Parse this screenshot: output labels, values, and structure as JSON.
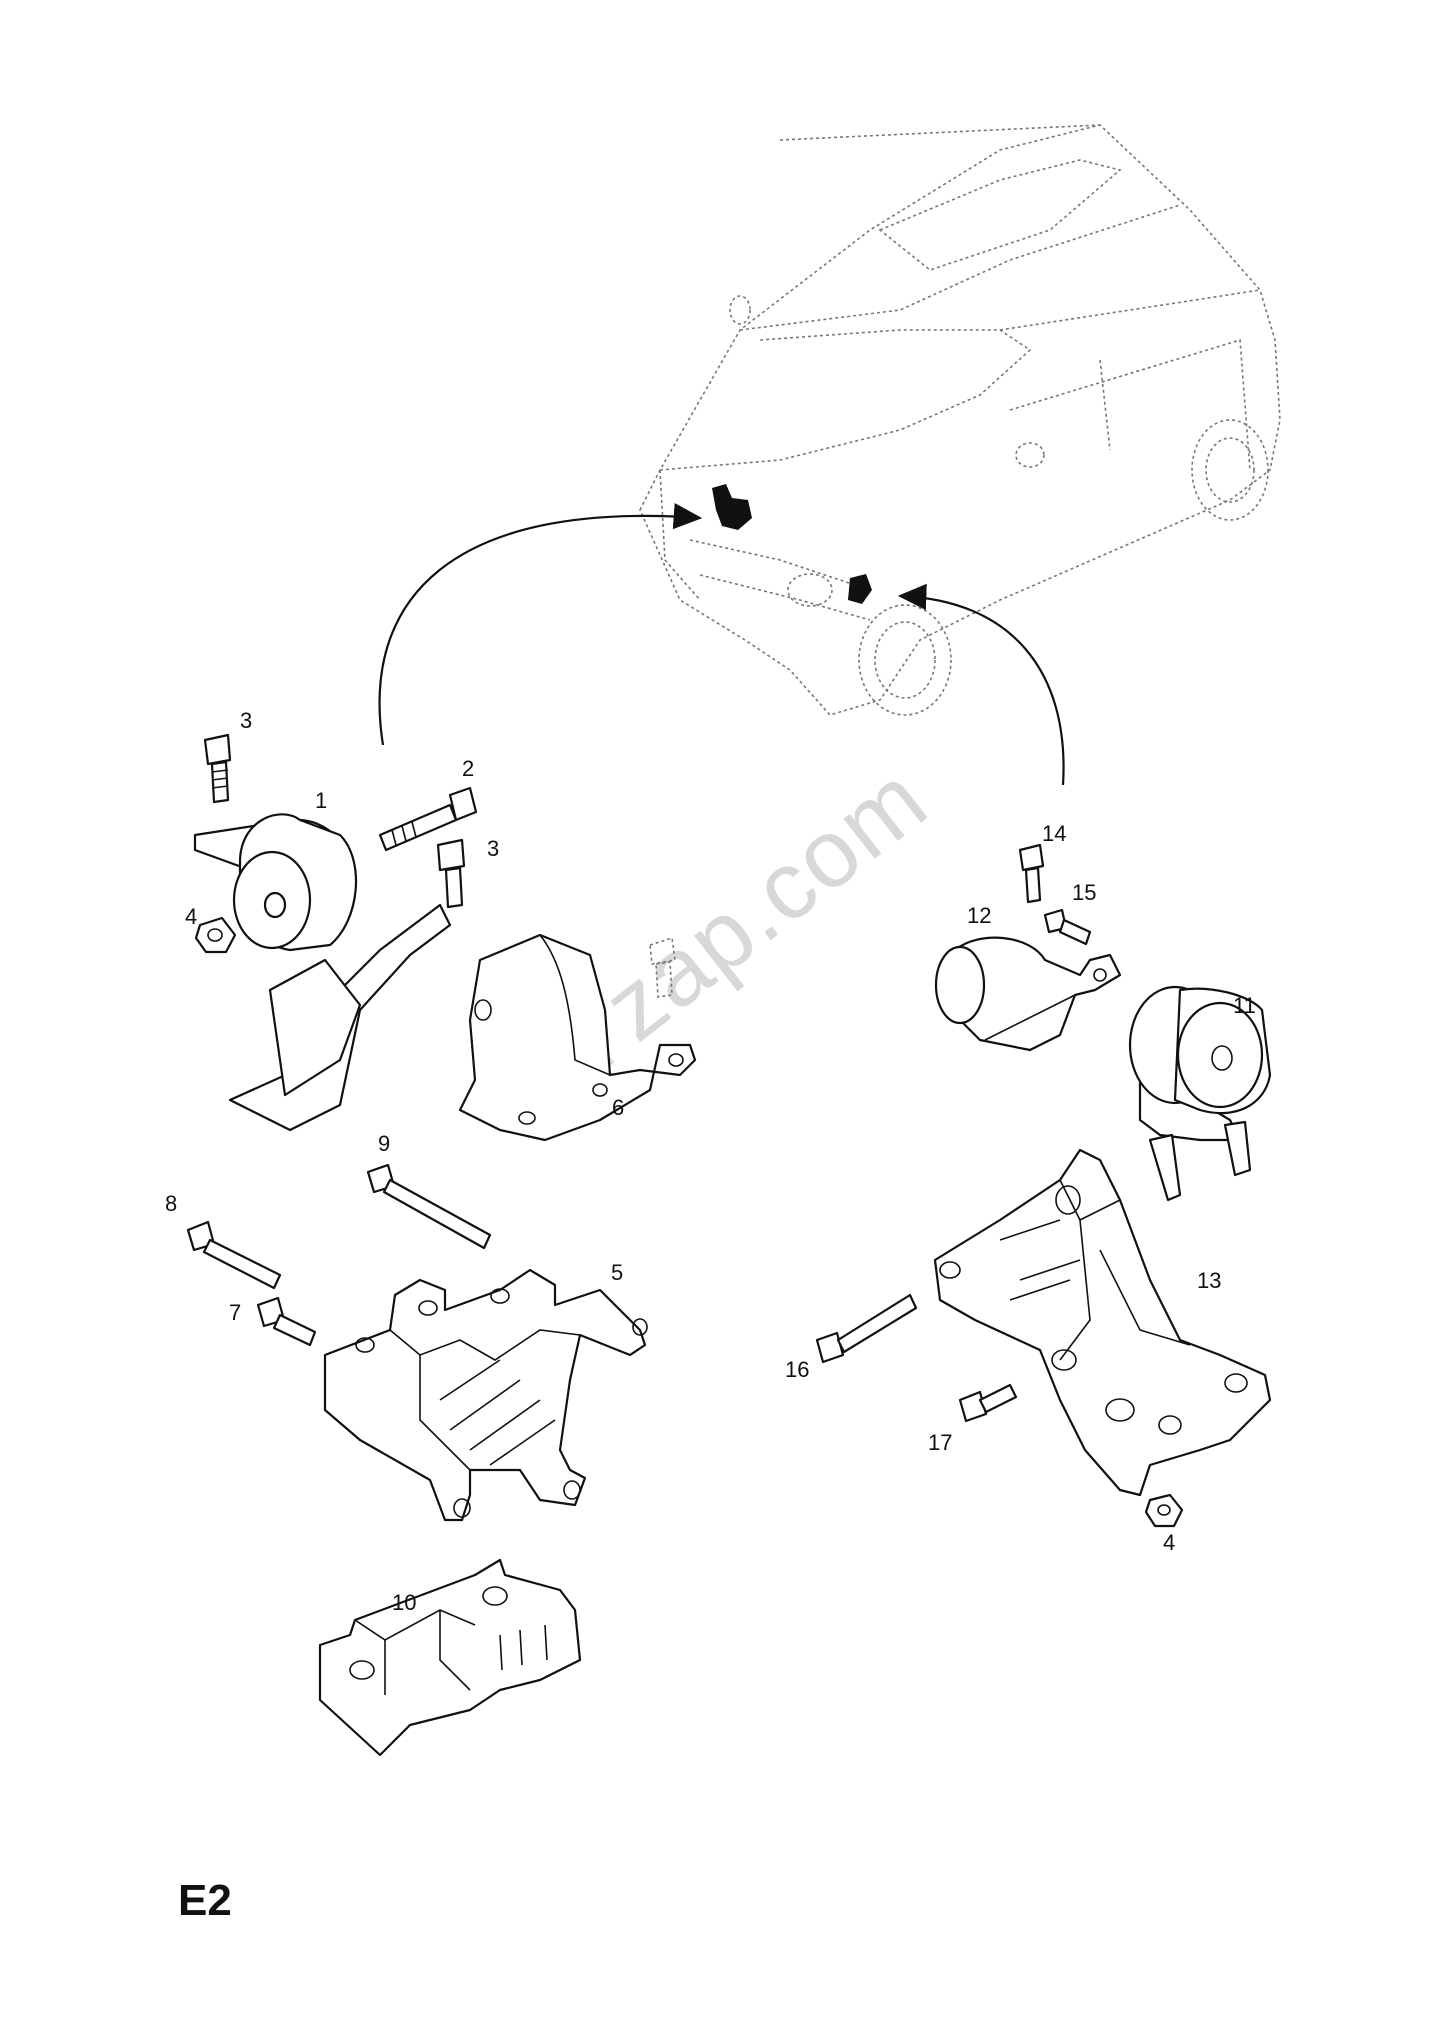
{
  "watermark": "7zap.com",
  "section_code": "E2",
  "callouts": [
    "1",
    "2",
    "3",
    "3",
    "4",
    "5",
    "6",
    "7",
    "8",
    "9",
    "10",
    "11",
    "12",
    "13",
    "14",
    "15",
    "16",
    "17",
    "4"
  ]
}
